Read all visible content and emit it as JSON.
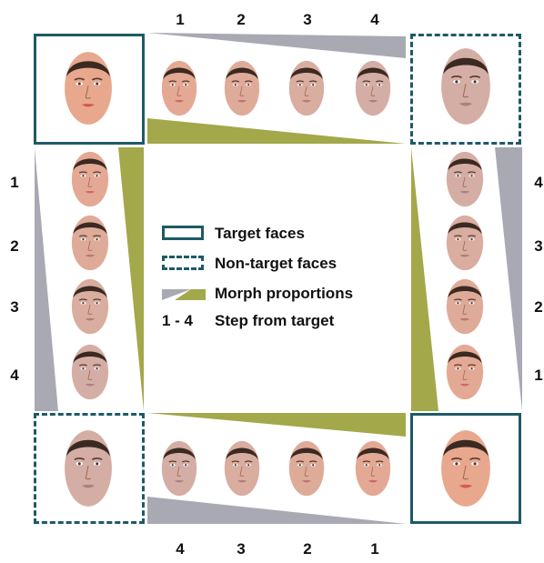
{
  "colors": {
    "frame": "#1e5a66",
    "morph_gray": "#a9a9b4",
    "morph_olive": "#a3a84a"
  },
  "steps": {
    "top": [
      "1",
      "2",
      "3",
      "4"
    ],
    "left": [
      "1",
      "2",
      "3",
      "4"
    ],
    "right": [
      "4",
      "3",
      "2",
      "1"
    ],
    "bottom": [
      "4",
      "3",
      "2",
      "1"
    ]
  },
  "legend": {
    "target": "Target faces",
    "nontarget": "Non-target faces",
    "morph": "Morph proportions",
    "steps_key": "1 - 4",
    "steps_text": "Step from target"
  }
}
